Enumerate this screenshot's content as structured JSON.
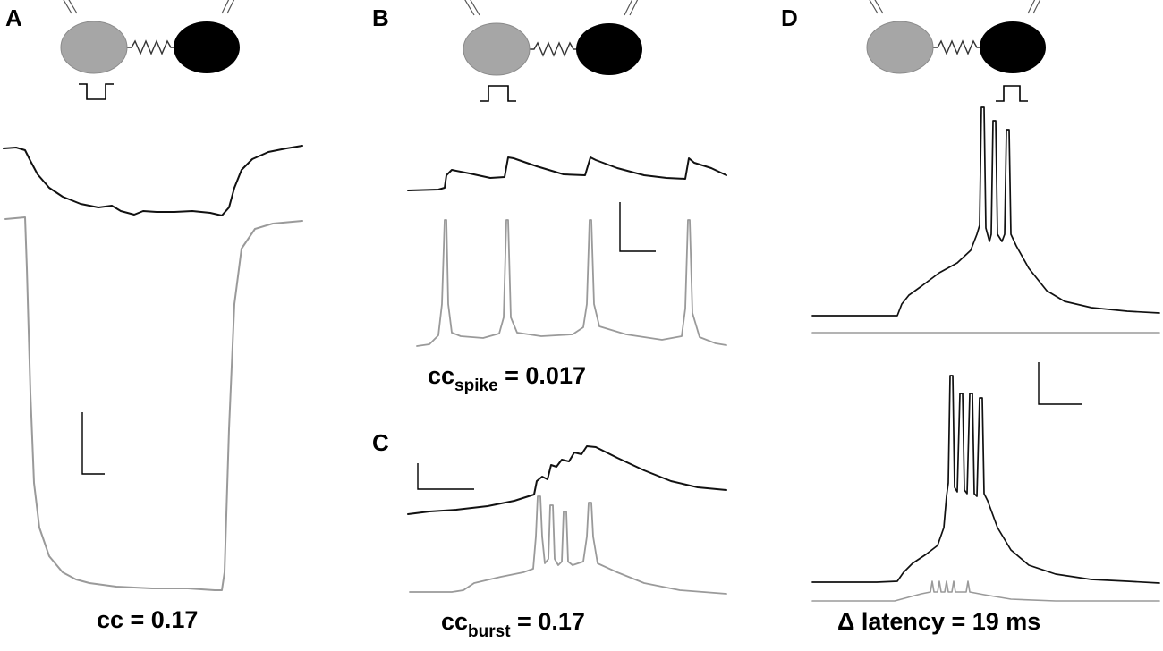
{
  "panels": {
    "a": {
      "letter": "A",
      "result": "cc = 0.17"
    },
    "b": {
      "letter": "B",
      "result_base": "cc",
      "result_sub": "spike",
      "result_value": " = 0.017"
    },
    "c": {
      "letter": "C",
      "result_base": "cc",
      "result_sub": "burst",
      "result_value": " = 0.17"
    },
    "d": {
      "letter": "D",
      "result": "Δ latency = 19 ms"
    }
  },
  "colors": {
    "injected_cell": "#a6a6a6",
    "recorded_cell": "#000000",
    "gray_trace": "#9a9a9a",
    "black_trace": "#111111"
  }
}
